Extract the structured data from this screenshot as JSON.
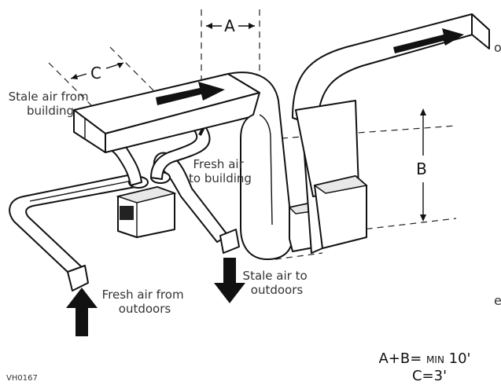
{
  "labels": {
    "stale_air_from_building": [
      "Stale air from",
      "building"
    ],
    "fresh_air_to_building": [
      "Fresh air",
      "to building"
    ],
    "stale_air_to_outdoors": [
      "Stale air to",
      "outdoors"
    ],
    "fresh_air_from_outdoors": [
      "Fresh air from",
      "outdoors"
    ]
  },
  "dimensions": {
    "a": "A",
    "b": "B",
    "c": "C"
  },
  "notes": {
    "formula_prefix": "A+B= ",
    "formula_min": "MIN",
    "formula_value": " 10'",
    "c_value": "C=3'"
  },
  "figure_id": "VH0167",
  "edge_marks": {
    "top": "o",
    "bottom": "e"
  }
}
